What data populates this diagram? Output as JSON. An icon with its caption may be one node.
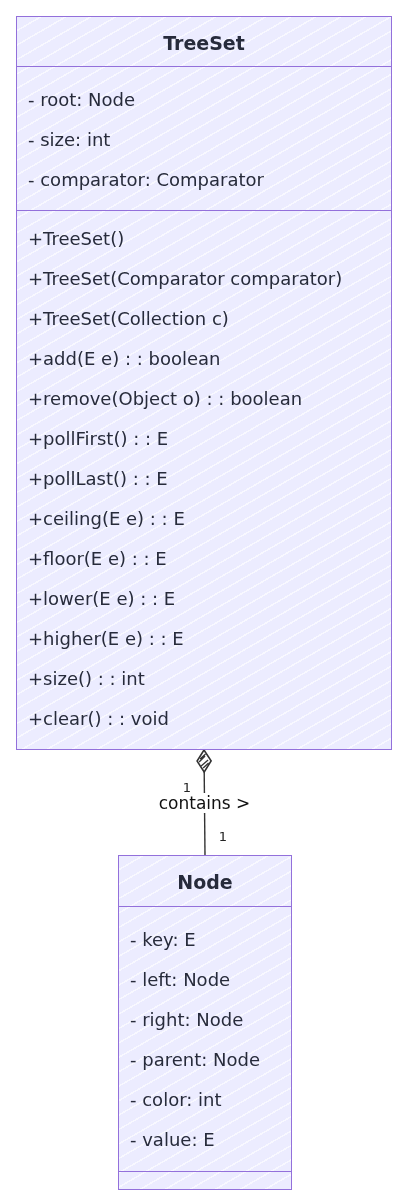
{
  "diagram": {
    "nodes": [
      {
        "text": [
          "TreeSet"
        ]
      },
      {
        "text": [
          "- root: Node",
          "- size: int",
          "- comparator: Comparator"
        ],
        "in": 0
      },
      {
        "text": [
          "+TreeSet()",
          "+TreeSet(Comparator comparator)",
          "+TreeSet(Collection c)",
          "+add(E e) : : boolean",
          "+remove(Object o) : : boolean",
          "+pollFirst() : : E",
          "+pollLast() : : E",
          "+ceiling(E e) : : E",
          "+floor(E e) : : E",
          "+lower(E e) : : E",
          "+higher(E e) : : E",
          "+size() : : int",
          "+clear() : : void"
        ],
        "in": 0
      },
      {
        "text": [
          "Node"
        ]
      },
      {
        "text": [
          "- key: E",
          "- left: Node",
          "- right: Node",
          "- parent: Node",
          "- color: int",
          "- value: E"
        ],
        "in": 3
      },
      {
        "text": [],
        "shape": "box",
        "in": 3
      }
    ],
    "edges": [
      {
        "from": 0,
        "to": 3,
        "arrow": "other",
        "label": "contains >"
      }
    ],
    "labels": [
      "1",
      "1"
    ]
  }
}
